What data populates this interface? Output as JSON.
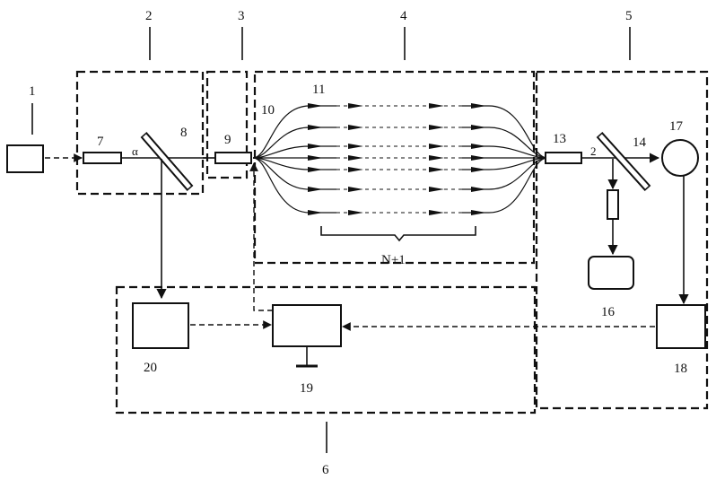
{
  "labels": {
    "n1": "1",
    "n2": "2",
    "n3": "3",
    "n4": "4",
    "n5": "5",
    "n6": "6",
    "n7": "7",
    "n8": "8",
    "n9": "9",
    "n10": "10",
    "n11": "11",
    "n13": "13",
    "n14": "14",
    "n16": "16",
    "n17": "17",
    "n18": "18",
    "n19": "19",
    "n20": "20",
    "alpha": "α",
    "sub2": "2",
    "array_count": "N+1"
  }
}
